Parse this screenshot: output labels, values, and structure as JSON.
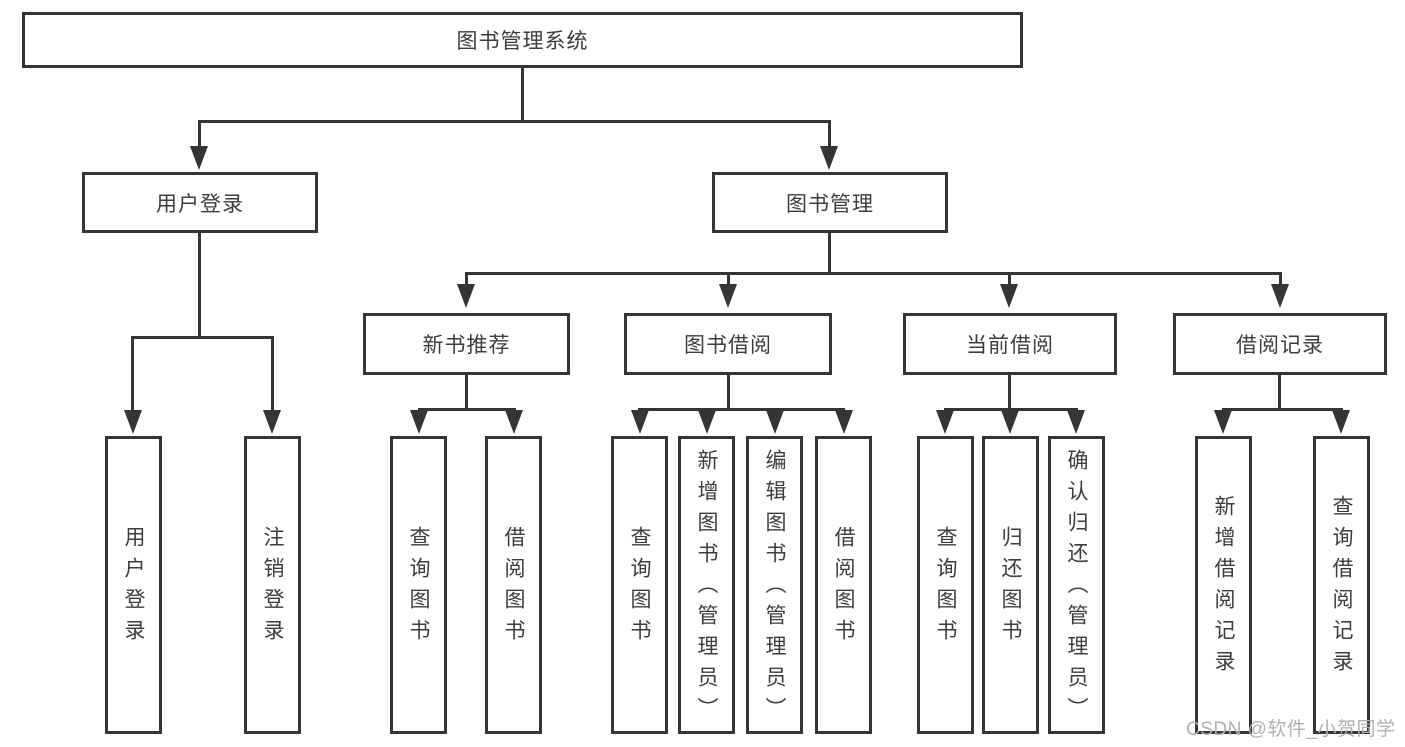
{
  "root": {
    "label": "图书管理系统"
  },
  "level2": {
    "user_login": {
      "label": "用户登录"
    },
    "book_mgmt": {
      "label": "图书管理"
    }
  },
  "user_login_children": [
    {
      "label": "用户登录"
    },
    {
      "label": "注销登录"
    }
  ],
  "book_mgmt_children": [
    {
      "label": "新书推荐"
    },
    {
      "label": "图书借阅"
    },
    {
      "label": "当前借阅"
    },
    {
      "label": "借阅记录"
    }
  ],
  "new_book_rec_children": [
    {
      "label": "查询图书"
    },
    {
      "label": "借阅图书"
    }
  ],
  "book_borrow_children": [
    {
      "label": "查询图书"
    },
    {
      "label": "新增图书（管理员）"
    },
    {
      "label": "编辑图书（管理员）"
    },
    {
      "label": "借阅图书"
    }
  ],
  "current_borrow_children": [
    {
      "label": "查询图书"
    },
    {
      "label": "归还图书"
    },
    {
      "label": "确认归还（管理员）"
    }
  ],
  "borrow_records_children": [
    {
      "label": "新增借阅记录"
    },
    {
      "label": "查询借阅记录"
    }
  ],
  "watermark": {
    "text": "CSDN @软件_小贺同学"
  },
  "colors": {
    "line": "#353535",
    "text": "#3d3d3d",
    "watermark": "#b0b0b0",
    "background": "#ffffff"
  }
}
